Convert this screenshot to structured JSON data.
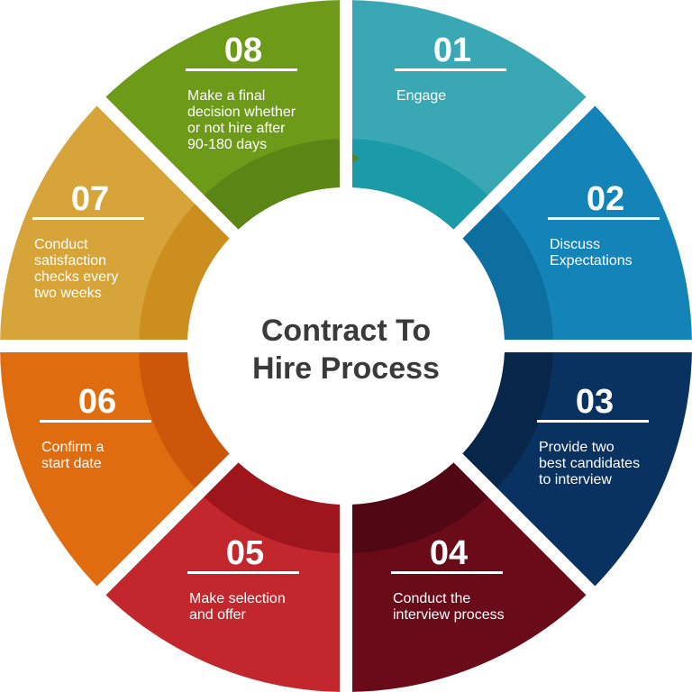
{
  "title": [
    "Contract To",
    "Hire Process"
  ],
  "steps": [
    {
      "num": "01",
      "lines": [
        "Engage"
      ],
      "color": "#3aa8b4",
      "inner": "#1b9aa8"
    },
    {
      "num": "02",
      "lines": [
        "Discuss",
        "Expectations"
      ],
      "color": "#1383b8",
      "inner": "#0d6ea0"
    },
    {
      "num": "03",
      "lines": [
        "Provide two",
        "best candidates",
        "to interview"
      ],
      "color": "#0a3260",
      "inner": "#072649"
    },
    {
      "num": "04",
      "lines": [
        "Conduct the",
        "interview process"
      ],
      "color": "#6a0b1a",
      "inner": "#520714"
    },
    {
      "num": "05",
      "lines": [
        "Make selection",
        "and offer"
      ],
      "color": "#c1272d",
      "inner": "#9e151c"
    },
    {
      "num": "06",
      "lines": [
        "Confirm a",
        "start date"
      ],
      "color": "#e06c10",
      "inner": "#cc560a"
    },
    {
      "num": "07",
      "lines": [
        "Conduct",
        "satisfaction",
        "checks every",
        "two weeks"
      ],
      "color": "#d7a43a",
      "inner": "#cc8f1f"
    },
    {
      "num": "08",
      "lines": [
        "Make a final",
        "decision whether",
        "or not hire after",
        "90-180 days"
      ],
      "color": "#6e9a1a",
      "inner": "#5b8514"
    }
  ]
}
